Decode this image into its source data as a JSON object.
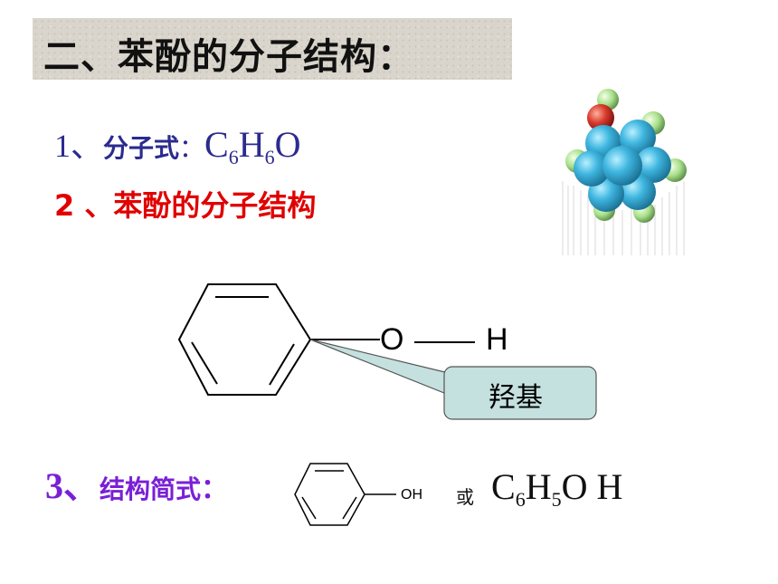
{
  "title": "二、苯酚的分子结构：",
  "item1": {
    "num": "1、",
    "label": "分子式",
    "colon": "：",
    "formula": {
      "c": "C",
      "c_sub": "6",
      "h": "H",
      "h_sub": "6",
      "o": "O"
    }
  },
  "item2": {
    "text": "2 、苯酚的分子结构"
  },
  "structure": {
    "o": "O",
    "h": "H",
    "callout": "羟基"
  },
  "item3": {
    "num": "3、",
    "label": "结构简式",
    "colon": "：",
    "oh": "OH",
    "or": "或",
    "formula": {
      "c": "C",
      "c_sub": "6",
      "h": "H",
      "h_sub": "5",
      "oh": "O H"
    }
  },
  "colors": {
    "title_bg": "#d9d5cc",
    "blue_text": "#2b2b8f",
    "red_text": "#e00000",
    "purple_text": "#7a1fd6",
    "callout_fill": "#c4e0df"
  }
}
